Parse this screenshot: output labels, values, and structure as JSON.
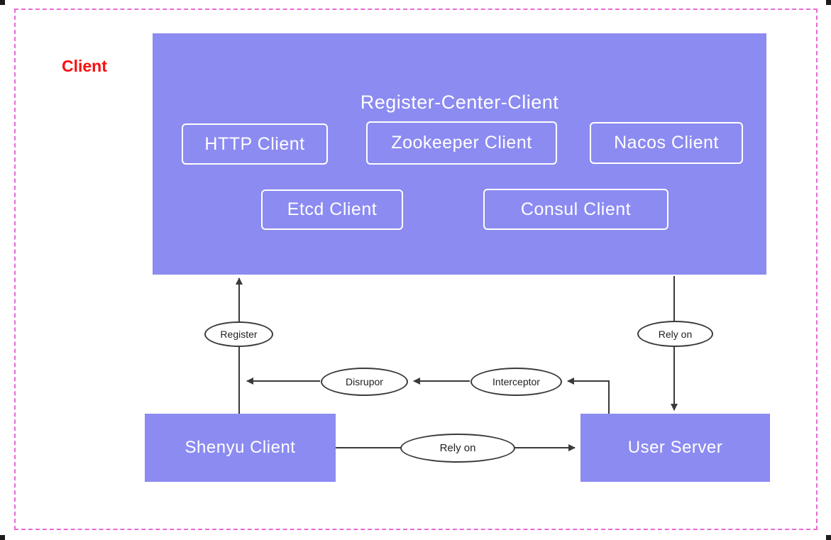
{
  "labels": {
    "client": "Client"
  },
  "register_center": {
    "title": "Register-Center-Client",
    "items": [
      "HTTP Client",
      "Zookeeper Client",
      "Nacos Client",
      "Etcd Client",
      "Consul Client"
    ]
  },
  "nodes": {
    "shenyu": "Shenyu Client",
    "user_server": "User Server"
  },
  "edges": {
    "register": "Register",
    "rely_on_vertical": "Rely on",
    "disrupor": "Disrupor",
    "interceptor": "Interceptor",
    "rely_on_horizontal": "Rely on"
  },
  "colors": {
    "node_fill": "#8c8bf1",
    "client_red": "#fb0d0d",
    "line": "#3a3a3c",
    "selection_pink": "#e66ad7",
    "inner_box_border": "#ffffff"
  }
}
